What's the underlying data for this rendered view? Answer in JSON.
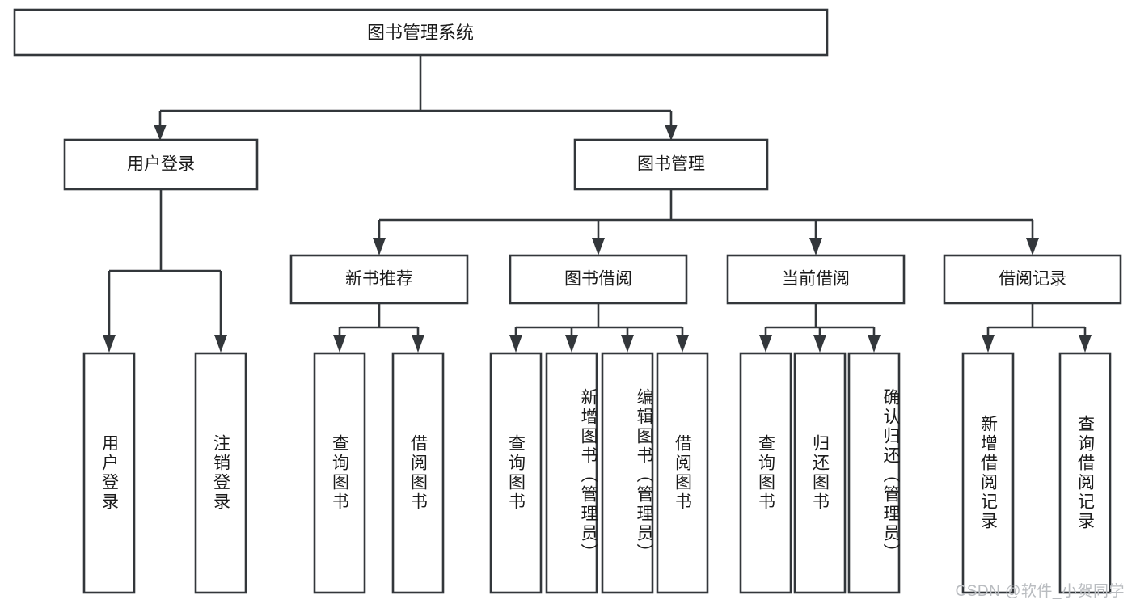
{
  "diagram": {
    "type": "tree",
    "title": "图书管理系统",
    "orientation": "top-down",
    "colors": {
      "stroke": "#33373b",
      "box_fill": "#ffffff",
      "text": "#1b1b1b",
      "background": "#ffffff",
      "watermark": "#b9bcc0"
    },
    "root": {
      "label": "图书管理系统"
    },
    "level2": [
      {
        "label": "用户登录"
      },
      {
        "label": "图书管理"
      }
    ],
    "level3": [
      {
        "label": "新书推荐"
      },
      {
        "label": "图书借阅"
      },
      {
        "label": "当前借阅"
      },
      {
        "label": "借阅记录"
      }
    ],
    "leaves": {
      "user_login": [
        {
          "label": "用户登录"
        },
        {
          "label": "注销登录"
        }
      ],
      "new_book_recommend": [
        {
          "label": "查询图书"
        },
        {
          "label": "借阅图书"
        }
      ],
      "book_borrow": [
        {
          "label": "查询图书"
        },
        {
          "label": "新增图书（管理员）"
        },
        {
          "label": "编辑图书（管理员）"
        },
        {
          "label": "借阅图书"
        }
      ],
      "current_borrow": [
        {
          "label": "查询图书"
        },
        {
          "label": "归还图书"
        },
        {
          "label": "确认归还（管理员）"
        }
      ],
      "borrow_record": [
        {
          "label": "新增借阅记录"
        },
        {
          "label": "查询借阅记录"
        }
      ]
    }
  },
  "watermark": {
    "text": "CSDN @软件_小贺同学"
  }
}
